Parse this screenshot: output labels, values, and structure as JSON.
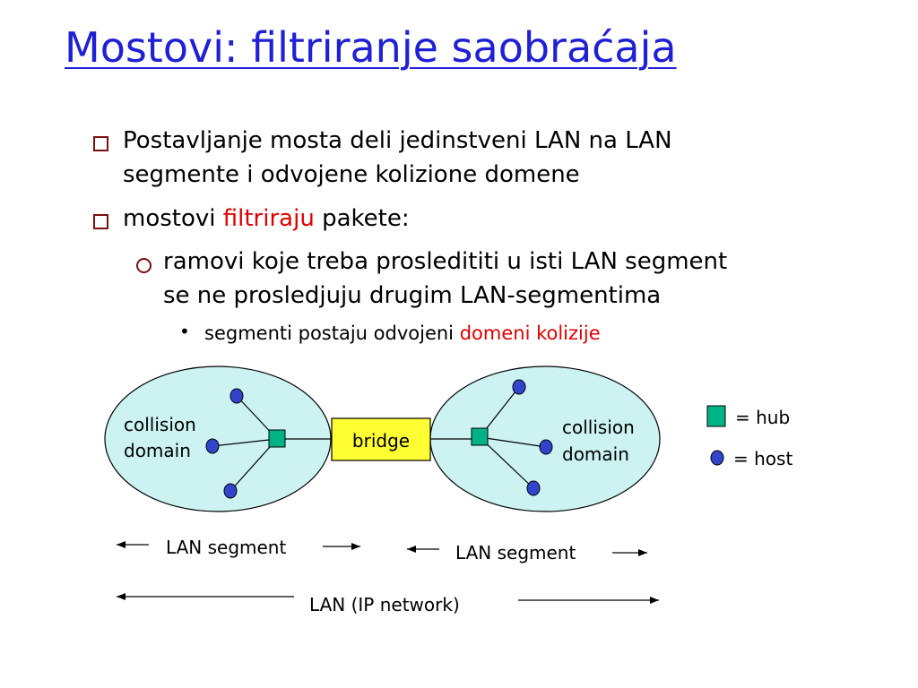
{
  "title": "Mostovi: filtriranje saobraćaja",
  "bullets": [
    {
      "line1": "Postavljanje mosta deli jedinstveni LAN na LAN",
      "line2": "segmente i odvojene kolizione domene"
    },
    {
      "prefix": "mostovi ",
      "highlight": "filtriraju",
      "suffix": " pakete:",
      "sub": {
        "line1": "ramovi koje treba prosledititi u isti LAN segment",
        "line2": "se ne prosledjuju  drugim LAN-segmentima",
        "subsub": {
          "prefix": "segmenti postaju odvojeni ",
          "highlight": "domeni kolizije"
        }
      }
    }
  ],
  "diagram": {
    "left_domain": "collision domain",
    "left_domain_l1": "collision",
    "left_domain_l2": "domain",
    "right_domain_l1": "collision",
    "right_domain_l2": "domain",
    "bridge": "bridge",
    "legend_hub": "= hub",
    "legend_host": "= host",
    "seg_left": "LAN segment",
    "seg_right": "LAN segment",
    "lan_ip": "LAN (IP network)"
  },
  "colors": {
    "title": "#1f1fd6",
    "highlight": "#e00000",
    "ellipse_fill": "#ccf2f2",
    "hub_fill": "#00b386",
    "host_fill": "#3344cc",
    "bridge_fill": "#ffff33"
  }
}
